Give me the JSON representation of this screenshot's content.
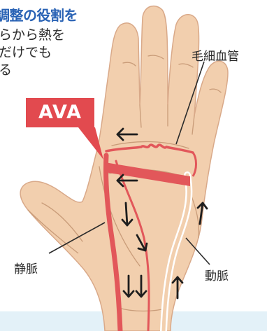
{
  "heading": "調整の役割を",
  "body_lines": [
    "らから熱を",
    "だけでも",
    "る"
  ],
  "ava_label": "AVA",
  "labels": {
    "capillary": "毛細血管",
    "vein": "静脈",
    "artery": "動脈"
  },
  "colors": {
    "skin": "#f2cfae",
    "skin_line": "#c99c79",
    "vessel_red": "#e2575a",
    "heading_blue": "#2a63b5",
    "ava_box": "#e24a4f"
  },
  "icons": [
    "arrow-left-icon",
    "arrow-down-icon",
    "arrow-up-icon"
  ]
}
